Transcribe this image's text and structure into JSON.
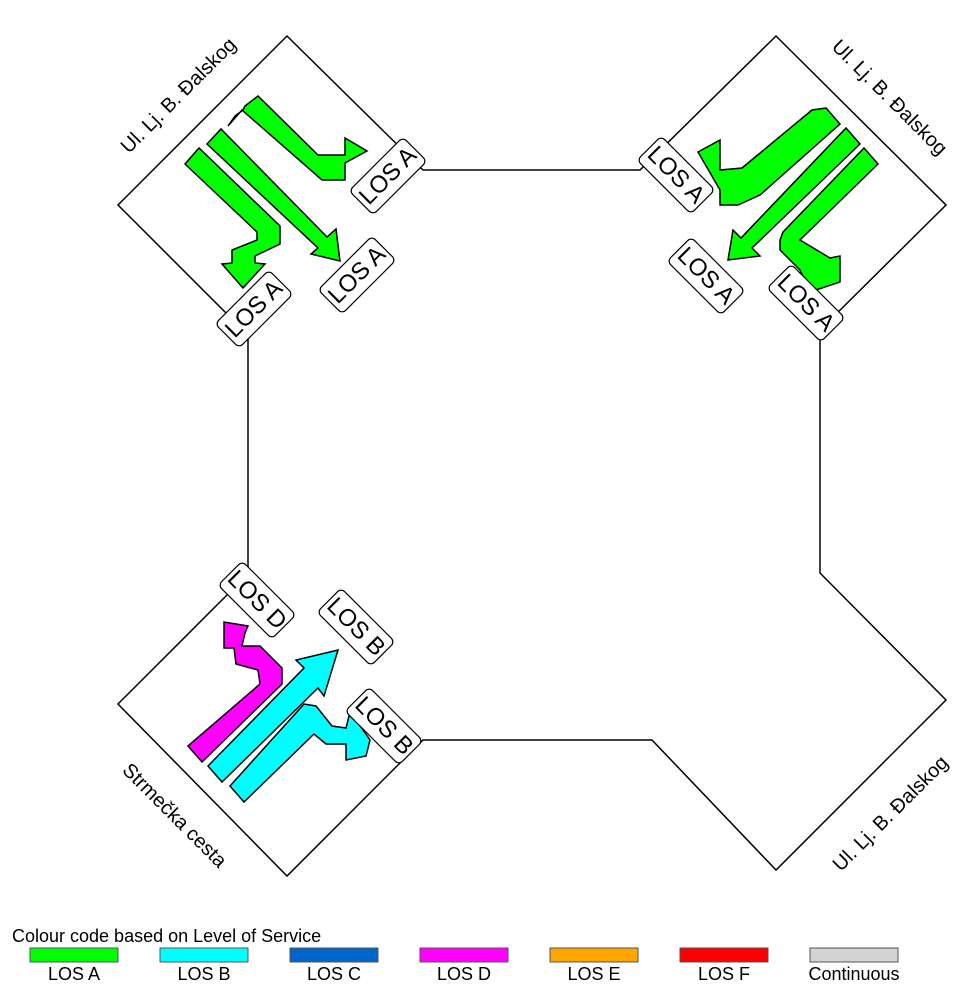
{
  "approaches": {
    "north_west": {
      "road_name": "Ul. Lj. B. Đalskog",
      "movements": [
        {
          "movement": "right",
          "los": "LOS A",
          "color": "#00ff00"
        },
        {
          "movement": "through",
          "los": "LOS A",
          "color": "#00ff00"
        },
        {
          "movement": "left",
          "los": "LOS A",
          "color": "#00ff00"
        }
      ]
    },
    "north_east": {
      "road_name": "Ul. Lj. B. Đalskog",
      "movements": [
        {
          "movement": "left",
          "los": "LOS A",
          "color": "#00ff00"
        },
        {
          "movement": "through",
          "los": "LOS A",
          "color": "#00ff00"
        },
        {
          "movement": "right",
          "los": "LOS A",
          "color": "#00ff00"
        }
      ]
    },
    "south_west": {
      "road_name": "Strmečka cesta",
      "movements": [
        {
          "movement": "left",
          "los": "LOS D",
          "color": "#ff00ff"
        },
        {
          "movement": "through",
          "los": "LOS B",
          "color": "#00ffff"
        },
        {
          "movement": "right",
          "los": "LOS B",
          "color": "#00ffff"
        }
      ]
    },
    "south_east": {
      "road_name": "Ul. Lj. B. Đalskog"
    }
  },
  "legend": {
    "title": "Colour code based on Level of Service",
    "items": [
      {
        "label": "LOS A",
        "color": "#00ff00"
      },
      {
        "label": "LOS B",
        "color": "#00ffff"
      },
      {
        "label": "LOS C",
        "color": "#0066cc"
      },
      {
        "label": "LOS D",
        "color": "#ff00ff"
      },
      {
        "label": "LOS E",
        "color": "#ffa500"
      },
      {
        "label": "LOS F",
        "color": "#ff0000"
      },
      {
        "label": "Continuous",
        "color": "#d3d3d3"
      }
    ]
  }
}
